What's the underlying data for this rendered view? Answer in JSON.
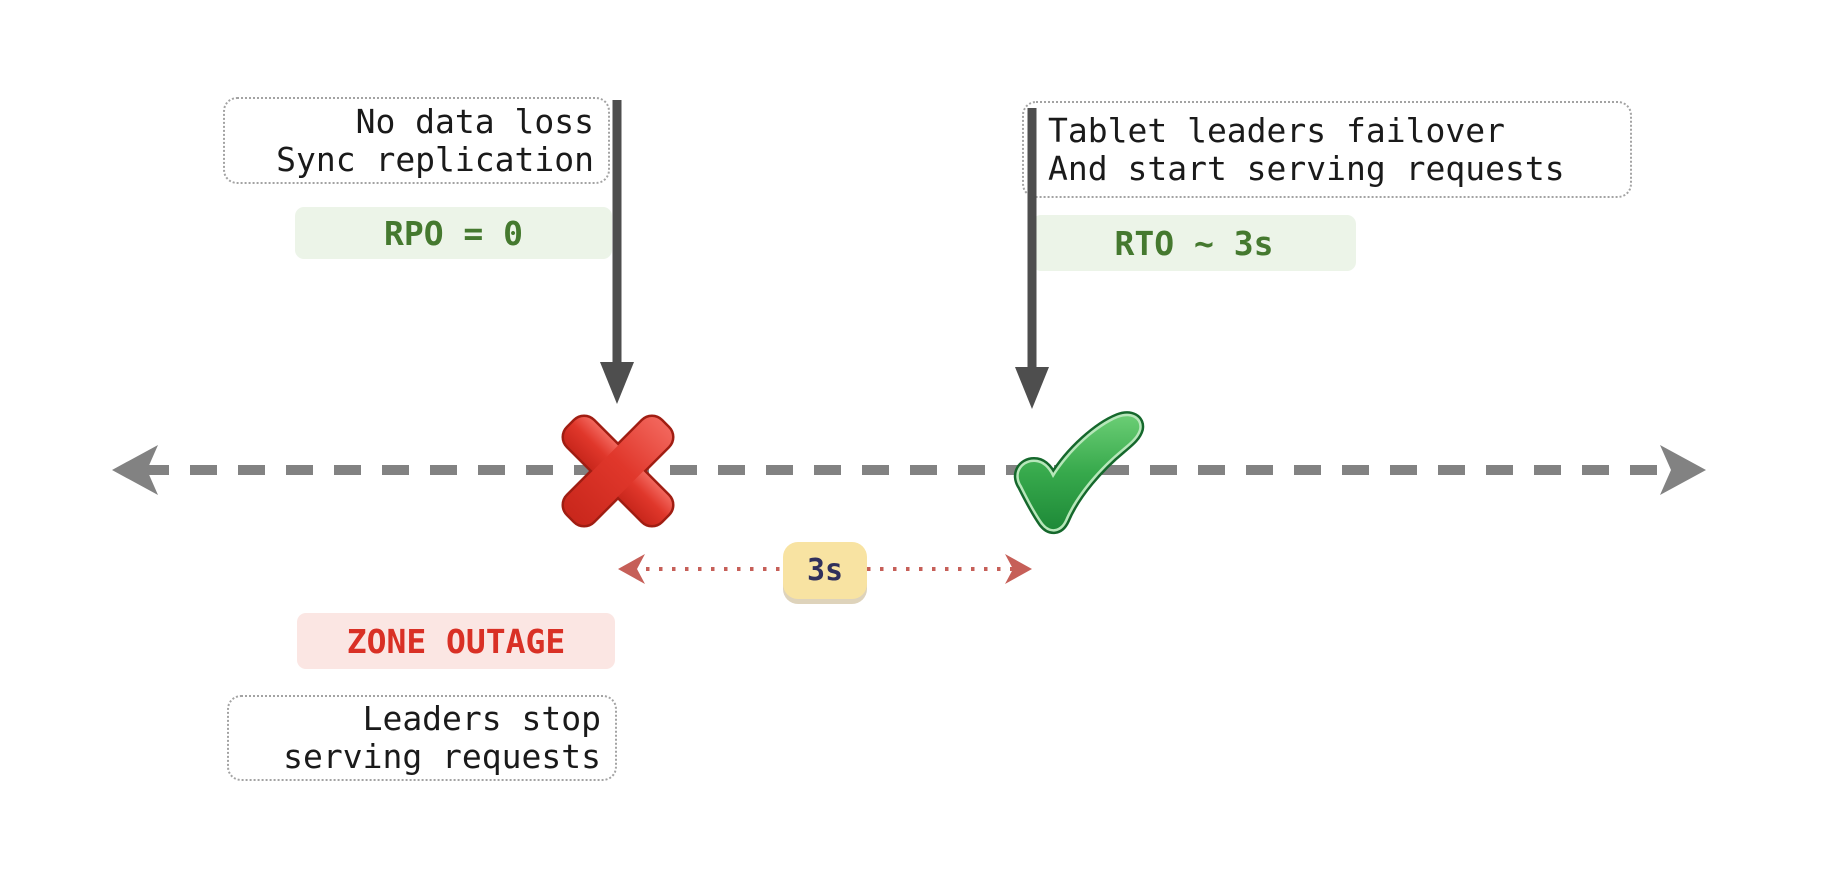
{
  "diagram": {
    "outage_note": {
      "line1": "No data loss",
      "line2": "Sync replication"
    },
    "rpo_badge_label": "RPO = 0",
    "recovery_note": {
      "line1": "Tablet leaders failover",
      "line2": "And start serving requests"
    },
    "rto_badge_label": "RTO ~ 3s",
    "duration_badge_label": "3s",
    "zone_outage_badge_label": "ZONE OUTAGE",
    "leaders_note": {
      "line1": "Leaders stop",
      "line2": "serving requests"
    },
    "icons": {
      "outage_marker": "cross-mark-icon",
      "recovery_marker": "check-mark-icon",
      "timeline": "dashed-double-arrow-timeline",
      "measure": "dotted-double-arrow-measure"
    },
    "colors": {
      "timeline_gray": "#828282",
      "pointer_arrow_gray": "#4e4e4e",
      "measure_red": "#c65f58",
      "note_border_gray": "#a3a3a3",
      "note_text": "#1a1a1a",
      "badge_green_bg": "#ecf4e8",
      "badge_green_text": "#45792f",
      "badge_red_bg": "#fbe6e3",
      "badge_red_text": "#d93025",
      "badge_yellow_bg": "#f8e3a2",
      "badge_yellow_text": "#30305c",
      "cross_red": "#d93025",
      "check_green": "#2f9e43"
    }
  }
}
